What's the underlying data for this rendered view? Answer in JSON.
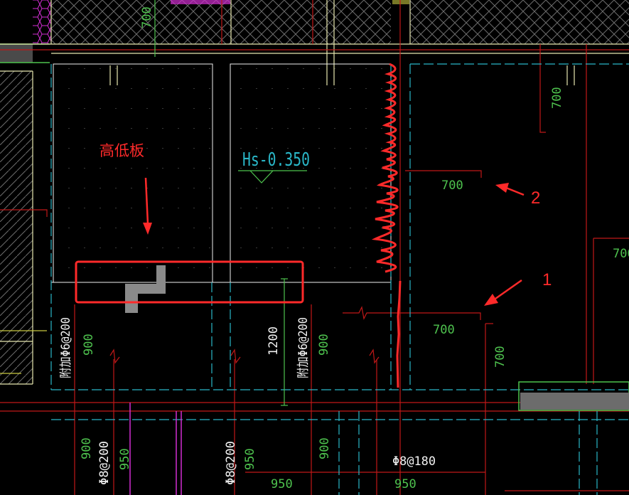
{
  "colors": {
    "background": "#000000",
    "wall_outline": "#e8e8b0",
    "slab_edge": "#f0f0f0",
    "axis_red": "#c01818",
    "beam_cyan": "#2ab7c8",
    "dim_green": "#4ec24e",
    "text_white": "#f2f2f2",
    "markup_red": "#ff2a2a",
    "rebar_magenta": "#d22ed2",
    "rebar_pink": "#ff66cc",
    "hatch_yellow": "#c8c840",
    "grey": "#8a8a8a",
    "hatch_grey": "#6c6c6c"
  },
  "annotations": {
    "high_low_slab_label": "高低板",
    "arrow_1_label": "1",
    "arrow_2_label": "2"
  },
  "elevation": {
    "text": "Hs-0.350"
  },
  "dimensions": {
    "top_wall_700": "700",
    "right_top_700": "700",
    "mid_700_label2": "700",
    "mid_700_label1": "700",
    "right_vertical_700": "700",
    "far_right_700": "700",
    "left_900": "900",
    "middle_1200": "1200",
    "right_900": "900",
    "bottom_left_900": "900",
    "bottom_left_950": "950",
    "bottom_mid_950": "950",
    "bottom_center_900": "900",
    "bottom_950_a": "950",
    "bottom_950_b": "950"
  },
  "rebar": {
    "left_added_bar": "附加Φ6@200",
    "middle_added_bar": "附加Φ6@200",
    "bottom_left_bar": "Φ8@200",
    "bottom_mid_bar": "Φ8@200",
    "bottom_right_bar": "Φ8@180"
  }
}
